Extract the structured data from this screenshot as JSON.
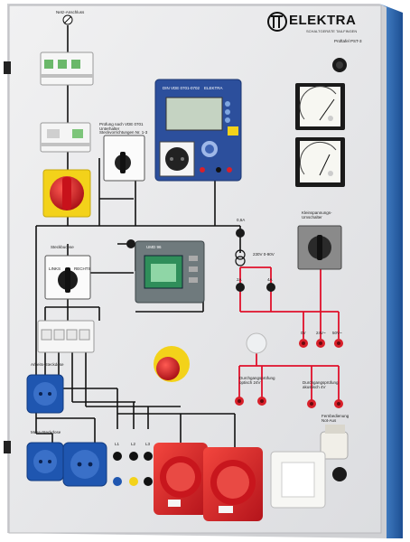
{
  "brand": {
    "name": "ELEKTRA",
    "subtitle": "SCHALTGERÄTE  TAILFINGEN",
    "panel_id": "Prüftafel PST-3"
  },
  "labels": {
    "grid_supply": "Netz-Anschluss",
    "test_title": "Prüfung nach VDE 0701 Unterhalter Steckvorrichtungen Nr. 1-3",
    "device_label": "DIN VDE 0701-0702",
    "device_brand": "ELEKTRA",
    "ammeter_label": "0,6A",
    "switch_label": "Steckbuchse",
    "switch_pos_left": "LINKS",
    "switch_pos_right": "RECHTS",
    "umd_label": "UMD 96",
    "transformer_label": "230V 0-90V",
    "fuse_2a": "2A",
    "fuse_4a": "4A",
    "voltage_switch_title": "Kleinspannungs-Umschalter",
    "out_0v": "0V",
    "out_24v": "24V~",
    "out_50v": "50V~",
    "pushbutton_label": "Durchgangsprüfung optisch 24V",
    "acoustic_label": "Durchgangsprüfung akustisch 4V",
    "schuko_1": "Arbeits-Steckdose",
    "schuko_2": "Mess-Steckdose",
    "remote_label": "Fernbedienung Not-Aus",
    "l1": "L1",
    "l2": "L2",
    "l3": "L3"
  },
  "colors": {
    "panel": "#e9e9ea",
    "frame_blue": "#2f6fb8",
    "accent_red": "#d8202a",
    "accent_yellow": "#f3d21a",
    "wire": "#111111",
    "wire_red": "#e0102a"
  }
}
